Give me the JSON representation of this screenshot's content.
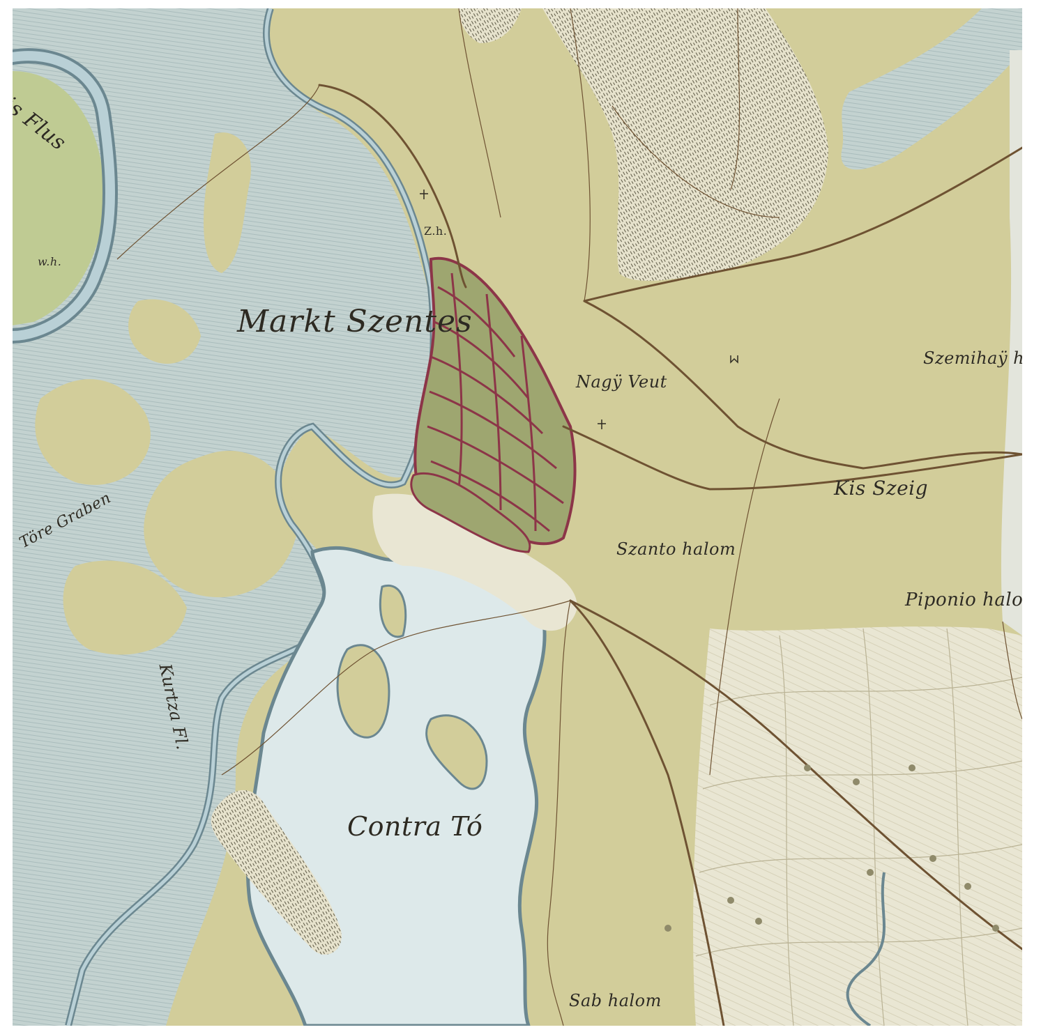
{
  "map": {
    "palette": {
      "land": "#d2cd9a",
      "water": "#c3d2d0",
      "water_edge": "#6b8790",
      "lake": "#dde9ea",
      "river": "#b9d0d6",
      "field": "#e9e6d3",
      "town": "#8c3548",
      "road": "#6e5232",
      "ink": "#2d2a22"
    },
    "labels": {
      "markt_szentes": "Markt Szentes",
      "contra_to": "Contra Tó",
      "nagy_veut": "Nagÿ Veut",
      "kis_szeig": "Kis Szeig",
      "szanto_halom": "Szanto halom",
      "piponio_halom": "Piponio halom",
      "szemihay": "Szemihaÿ halo",
      "sab_halom": "Sab halom",
      "tore_graben": "Töre Graben",
      "flus": "is Flus",
      "wh": "w.h.",
      "zh": "Z.h.",
      "kurtza": "Kurtza Fl."
    },
    "icons": [
      "cross-icon",
      "cross-icon",
      "mill-icon",
      "tree-marker-icon"
    ]
  }
}
